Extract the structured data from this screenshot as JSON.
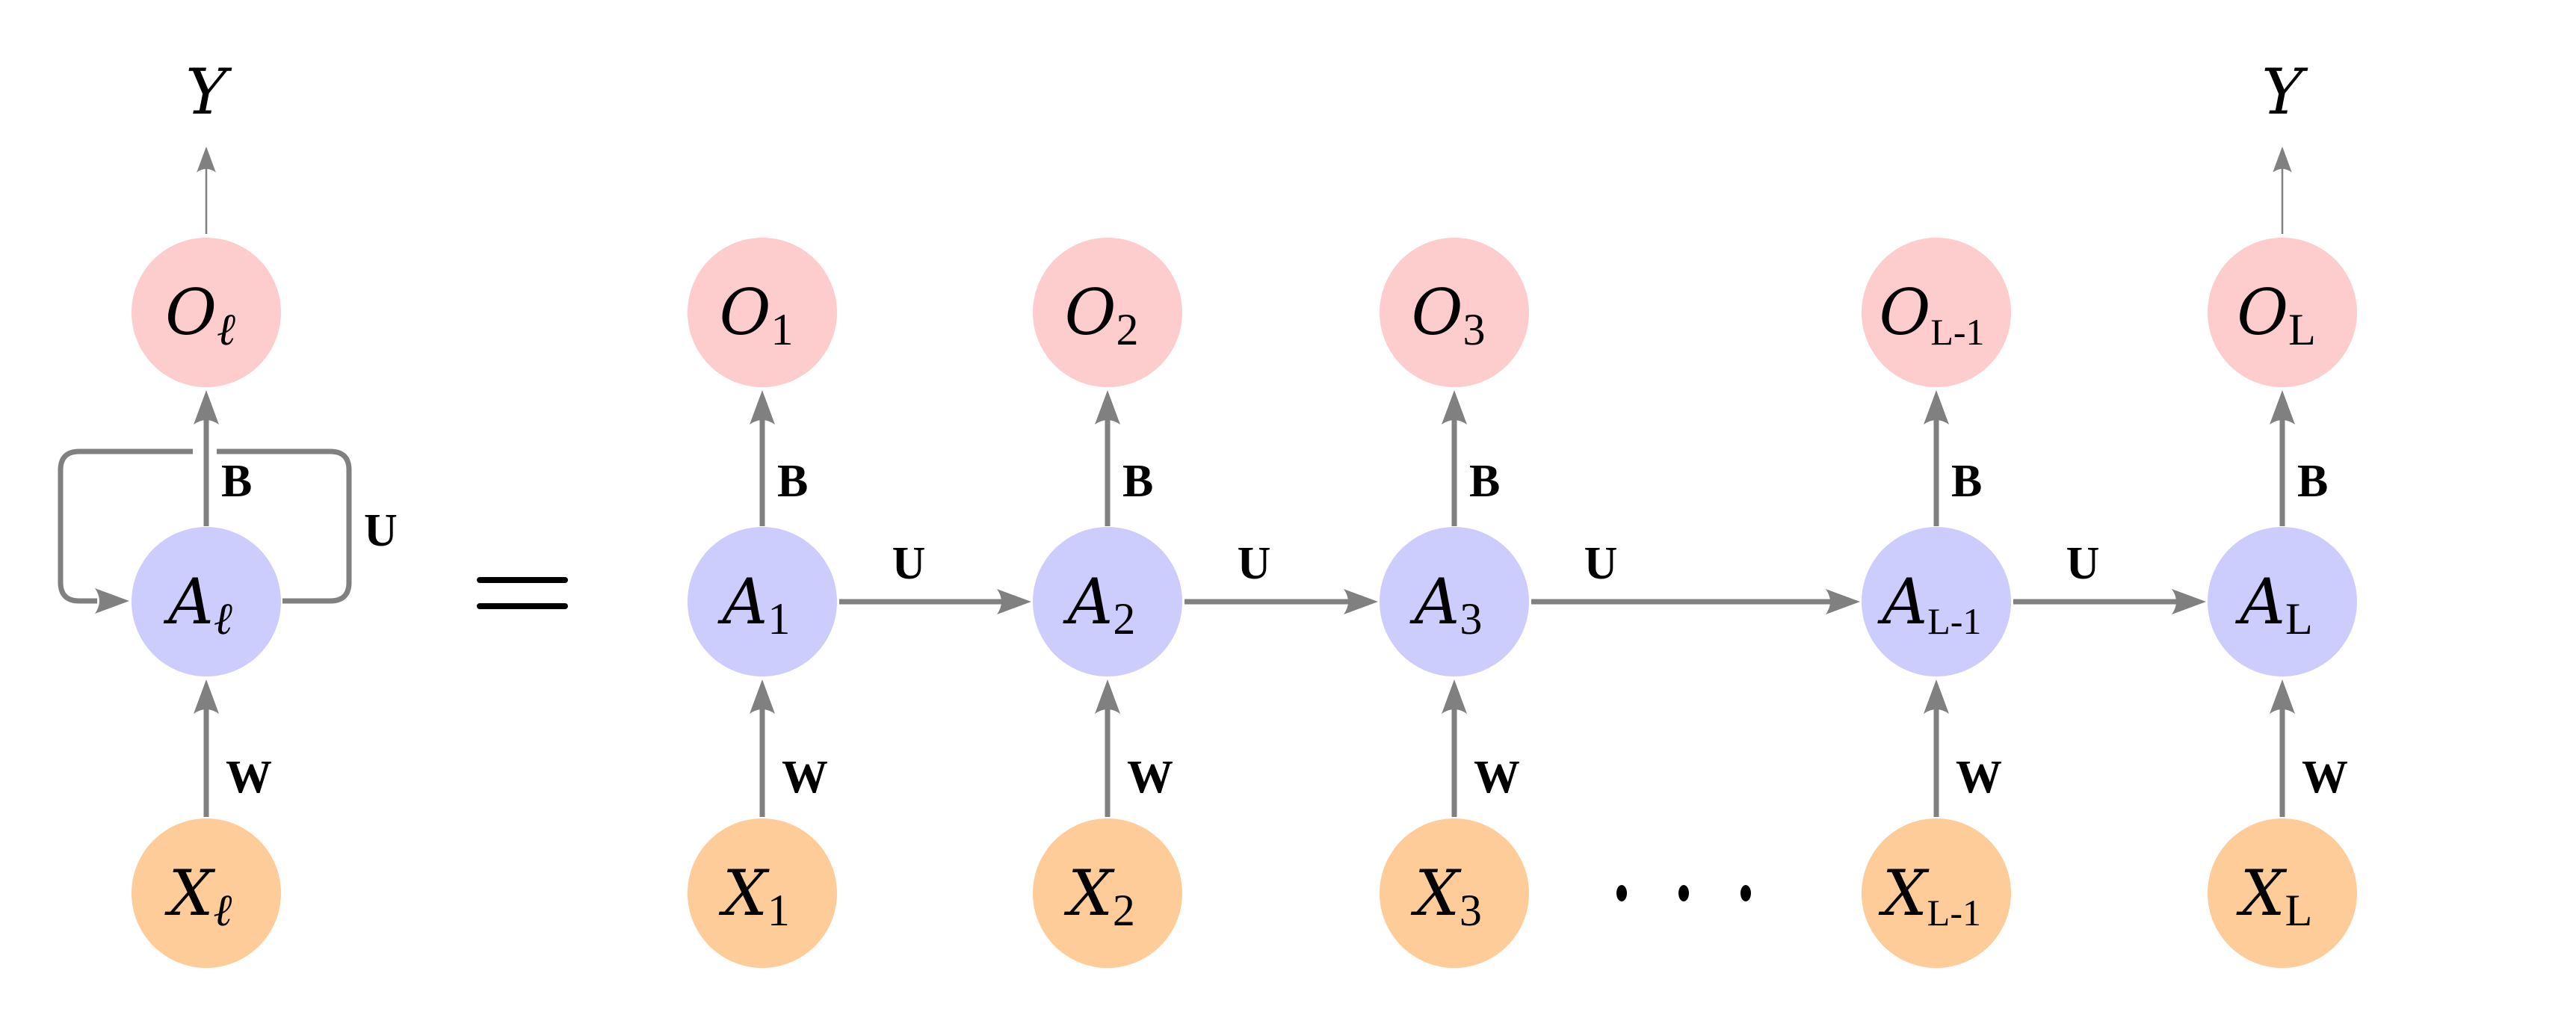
{
  "colors": {
    "output_node": "#fdcccc",
    "hidden_node": "#ccccfd",
    "input_node": "#fdcc99",
    "edge": "#808080"
  },
  "folded": {
    "output_label": "Y",
    "output_node": {
      "base": "O",
      "sub": "ℓ"
    },
    "hidden_node": {
      "base": "A",
      "sub": "ℓ"
    },
    "input_node": {
      "base": "X",
      "sub": "ℓ"
    },
    "edge_B": "B",
    "edge_U": "U",
    "edge_W": "W"
  },
  "equals": "=",
  "unrolled": {
    "output_label": "Y",
    "steps": [
      {
        "sub": "1"
      },
      {
        "sub": "2"
      },
      {
        "sub": "3"
      },
      {
        "sub": "L-1"
      },
      {
        "sub": "L"
      }
    ],
    "output_base": "O",
    "hidden_base": "A",
    "input_base": "X",
    "edge_B": "B",
    "edge_U": "U",
    "edge_W": "W",
    "ellipsis": "…"
  }
}
